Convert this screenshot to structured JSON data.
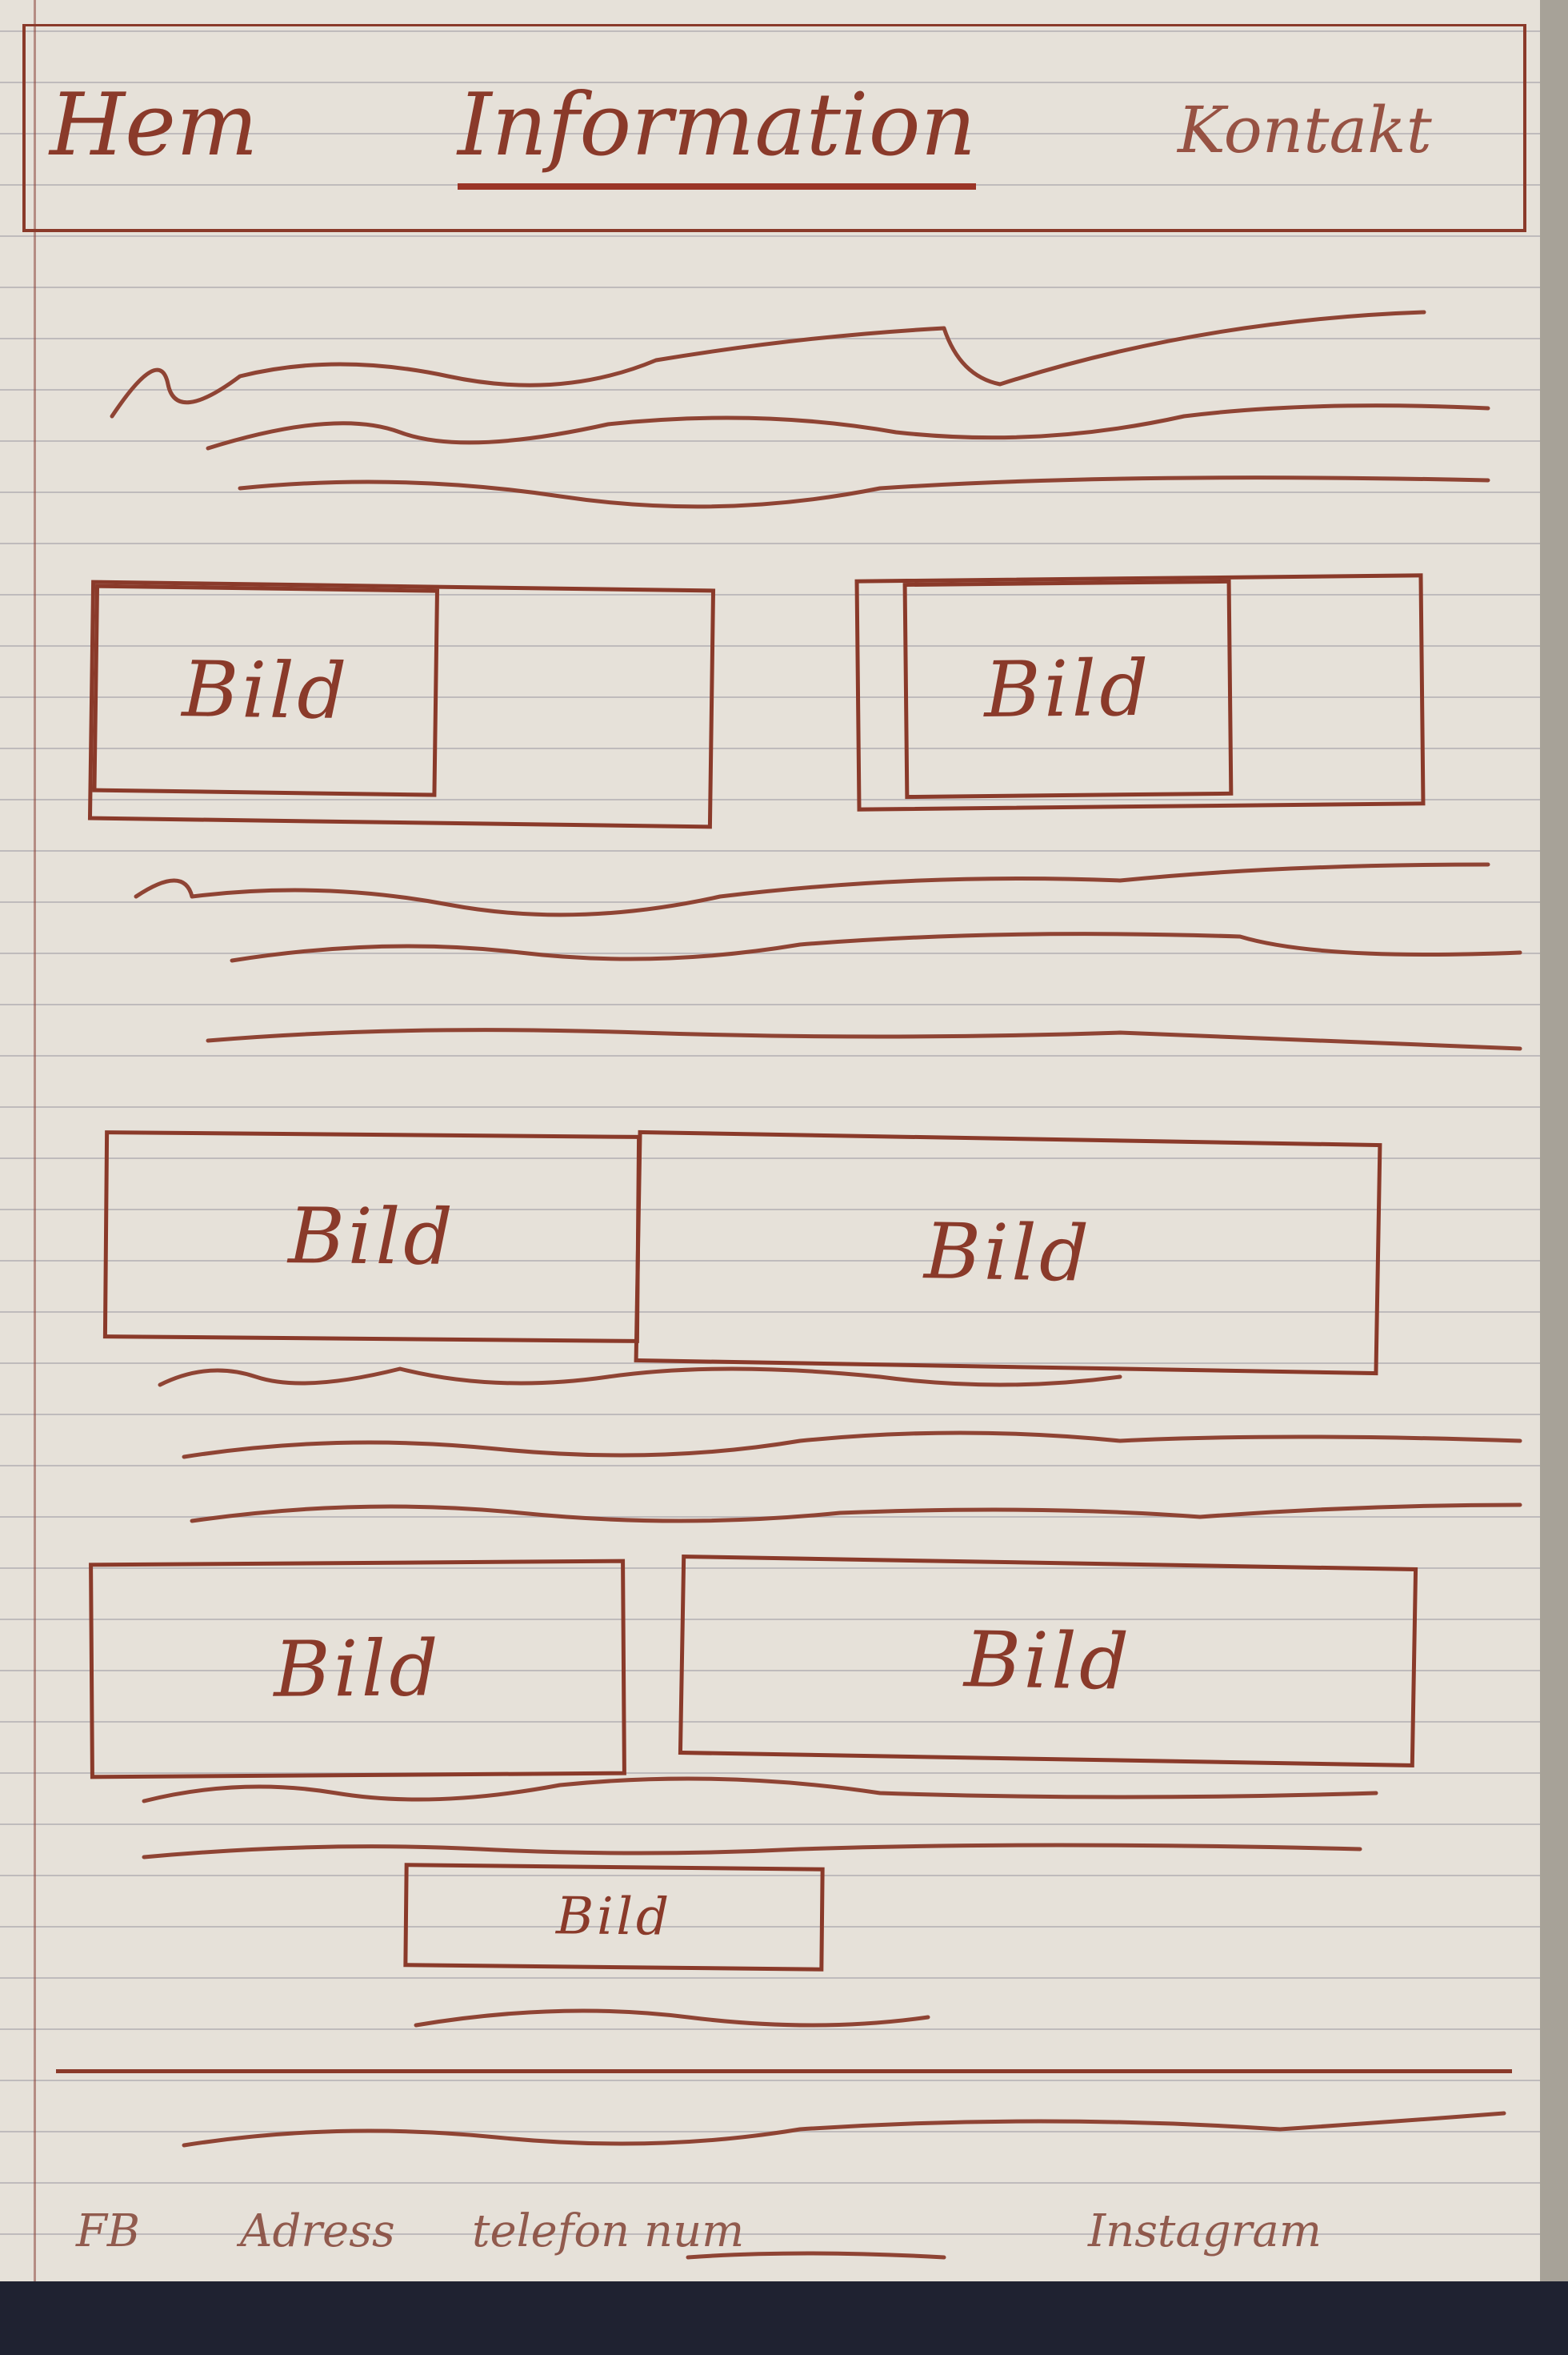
{
  "nav": {
    "items": [
      {
        "label": "Hem"
      },
      {
        "label": "Information",
        "active": true
      },
      {
        "label": "Kontakt"
      }
    ]
  },
  "images": {
    "label": "Bild"
  },
  "footer": {
    "items": [
      "FB",
      "Adress",
      "telefon num",
      "Instagram"
    ]
  },
  "colors": {
    "ink": "#8a3a2a",
    "paper": "#e6e1d9"
  }
}
